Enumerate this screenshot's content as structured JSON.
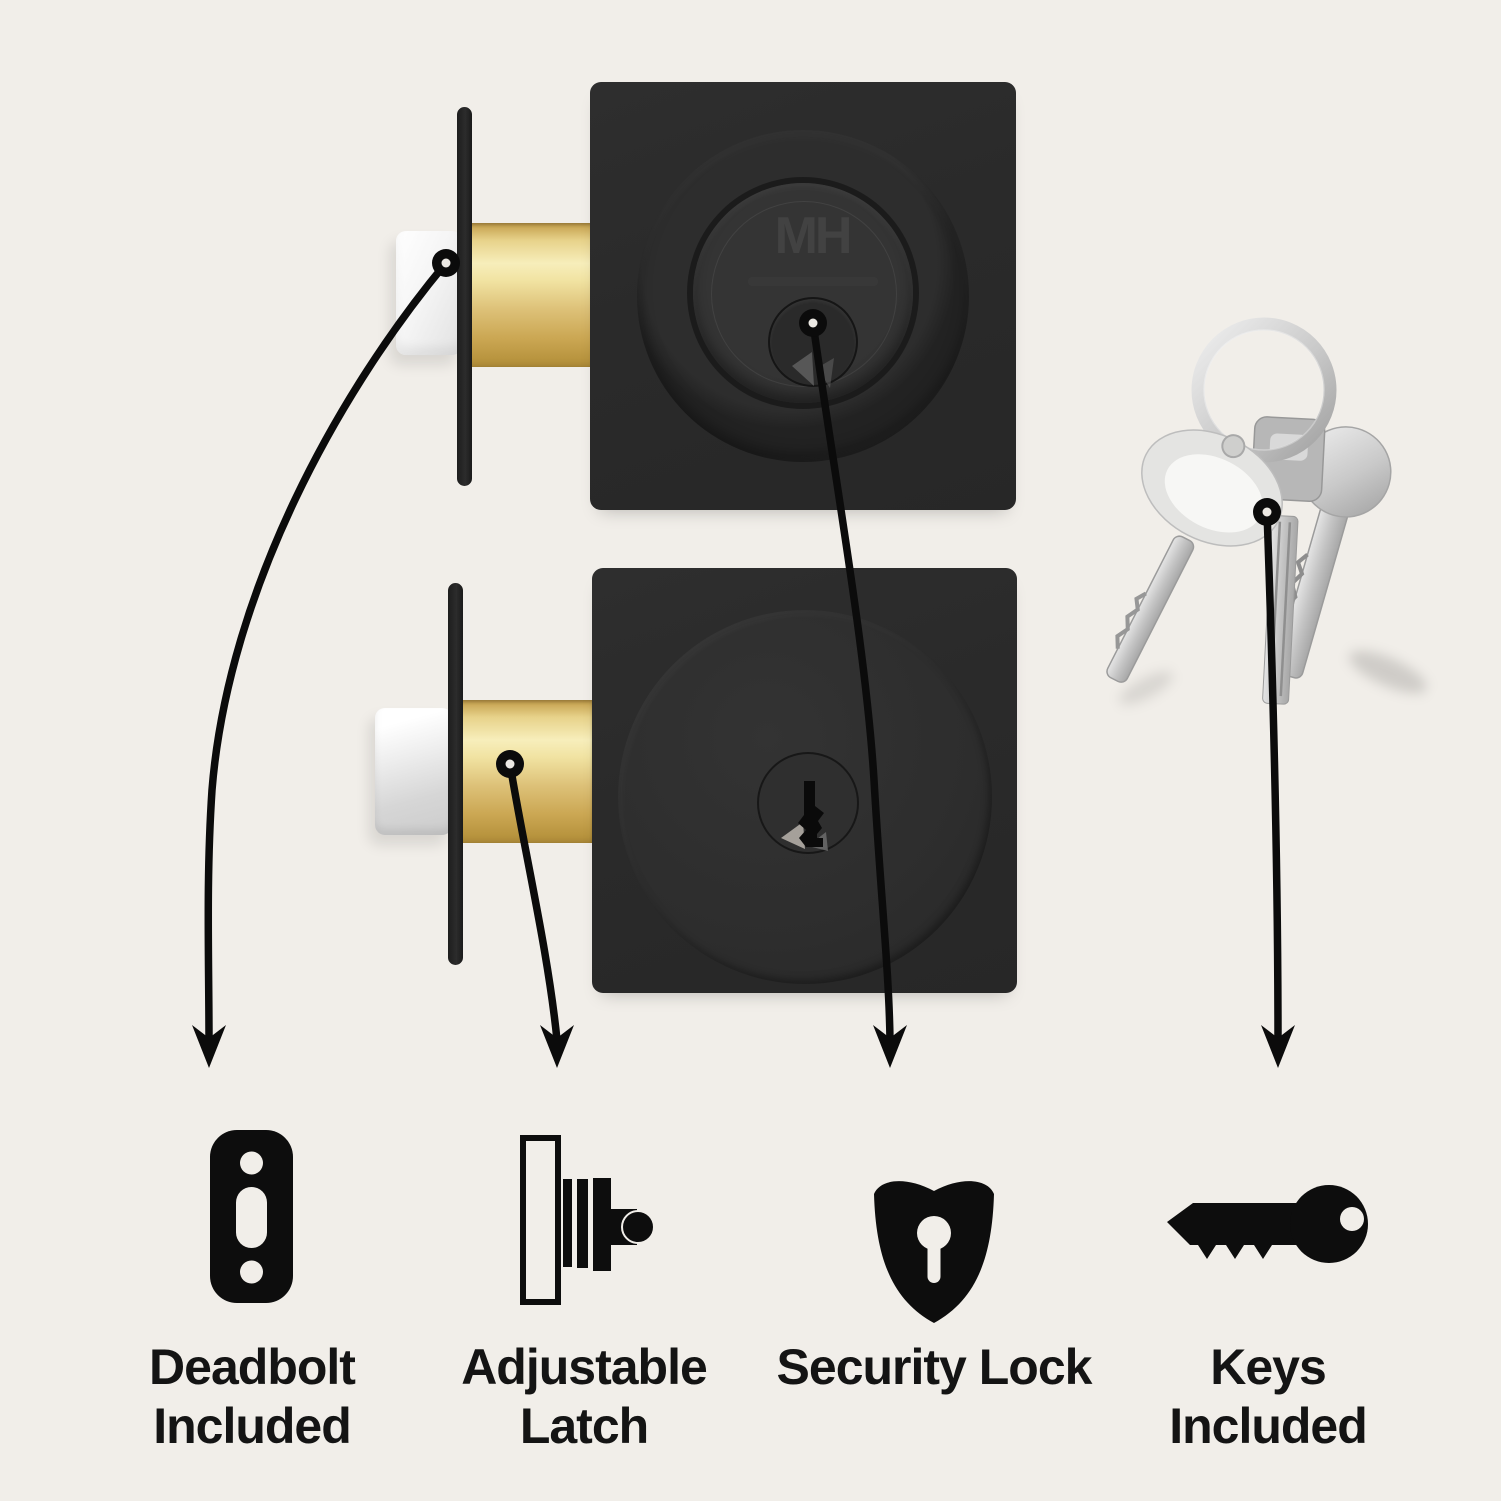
{
  "page": {
    "description": "Deadbolt lock set product infographic",
    "background_color": "#f1eee9",
    "ink_color": "#0d0d0d"
  },
  "brand": {
    "monogram": "MH"
  },
  "product": {
    "top_lock": {
      "part": "exterior deadbolt with key cylinder",
      "finish_color": "#2b2b2b"
    },
    "bottom_lock": {
      "part": "deadbolt with keyway rosette",
      "finish_color": "#2b2b2b"
    },
    "latch": {
      "color": "#e9d48c",
      "bolt_color": "#eeeeee"
    },
    "keys": {
      "count": 3,
      "color": "#cfcfcf"
    }
  },
  "features": [
    {
      "id": "deadbolt",
      "icon": "deadbolt-plate-icon",
      "label": "Deadbolt Included",
      "callout_from": "deadbolt bolt tip"
    },
    {
      "id": "latch",
      "icon": "adjustable-latch-icon",
      "label": "Adjustable Latch",
      "callout_from": "brass latch barrel"
    },
    {
      "id": "security",
      "icon": "security-shield-icon",
      "label": "Security Lock",
      "callout_from": "key cylinder"
    },
    {
      "id": "keys",
      "icon": "keys-icon",
      "label": "Keys Included",
      "callout_from": "key set"
    }
  ]
}
